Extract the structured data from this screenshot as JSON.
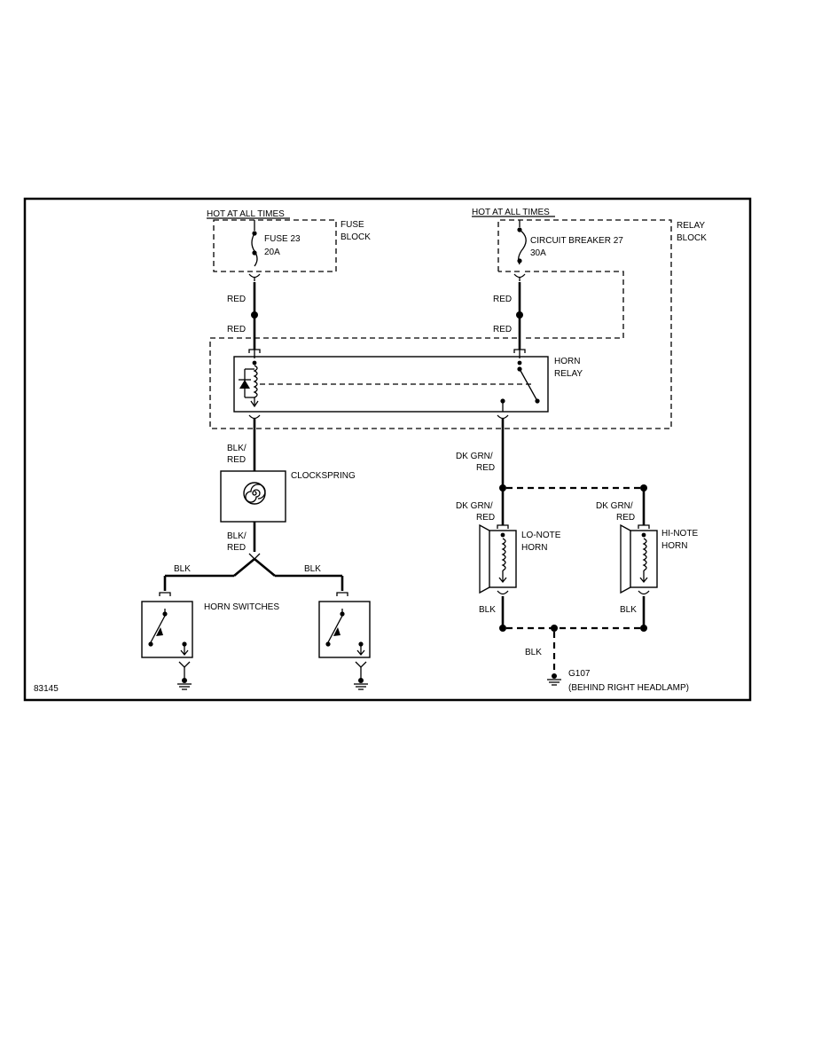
{
  "diagram": {
    "figure_id": "83145",
    "fuse_block": {
      "hot_label": "HOT AT ALL TIMES",
      "block_label_1": "FUSE",
      "block_label_2": "BLOCK",
      "fuse_name": "FUSE 23",
      "fuse_rating": "20A"
    },
    "relay_block": {
      "hot_label": "HOT AT ALL TIMES",
      "block_label_1": "RELAY",
      "block_label_2": "BLOCK",
      "breaker_name": "CIRCUIT BREAKER 27",
      "breaker_rating": "30A"
    },
    "horn_relay": {
      "label_1": "HORN",
      "label_2": "RELAY"
    },
    "clockspring": {
      "label": "CLOCKSPRING"
    },
    "horn_switches": {
      "label": "HORN SWITCHES"
    },
    "lo_note_horn": {
      "label_1": "LO-NOTE",
      "label_2": "HORN"
    },
    "hi_note_horn": {
      "label_1": "HI-NOTE",
      "label_2": "HORN"
    },
    "ground": {
      "name": "G107",
      "location": "(BEHIND RIGHT HEADLAMP)"
    },
    "wires": {
      "red": "RED",
      "blk": "BLK",
      "blk_red_1": "BLK/",
      "blk_red_2": "RED",
      "dk_grn_red_1": "DK GRN/",
      "dk_grn_red_2": "RED"
    }
  }
}
